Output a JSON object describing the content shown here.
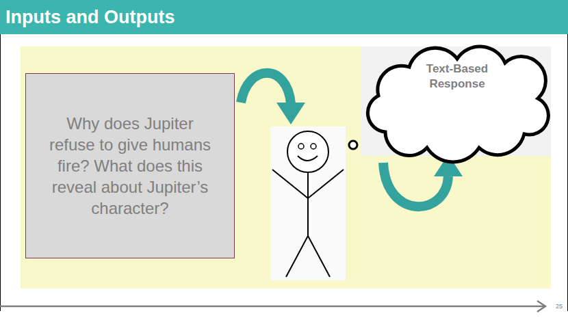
{
  "diagram": {
    "title": "Inputs and Outputs",
    "nodes": [
      {
        "text": [
          "Why does Jupiter refuse to give humans fire? What does this reveal about Jupiter’s character?"
        ]
      },
      {
        "text": [
          "Text-Based Response"
        ]
      }
    ],
    "labels": [
      "25"
    ]
  }
}
